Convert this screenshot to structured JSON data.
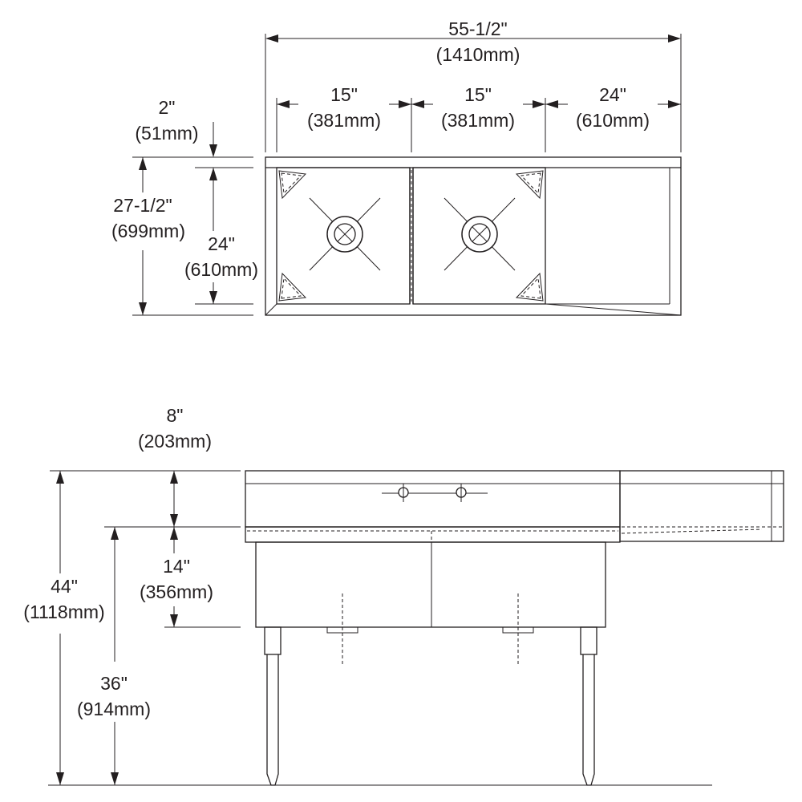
{
  "top_view": {
    "overall_width": {
      "imperial": "55-1/2\"",
      "metric": "(1410mm)"
    },
    "bowl_1_width": {
      "imperial": "15\"",
      "metric": "(381mm)"
    },
    "bowl_2_width": {
      "imperial": "15\"",
      "metric": "(381mm)"
    },
    "drainboard_width": {
      "imperial": "24\"",
      "metric": "(610mm)"
    },
    "backsplash_depth": {
      "imperial": "2\"",
      "metric": "(51mm)"
    },
    "overall_depth": {
      "imperial": "27-1/2\"",
      "metric": "(699mm)"
    },
    "bowl_depth": {
      "imperial": "24\"",
      "metric": "(610mm)"
    }
  },
  "front_view": {
    "backsplash_height": {
      "imperial": "8\"",
      "metric": "(203mm)"
    },
    "bowl_height": {
      "imperial": "14\"",
      "metric": "(356mm)"
    },
    "overall_height": {
      "imperial": "44\"",
      "metric": "(1118mm)"
    },
    "rim_height": {
      "imperial": "36\"",
      "metric": "(914mm)"
    }
  }
}
